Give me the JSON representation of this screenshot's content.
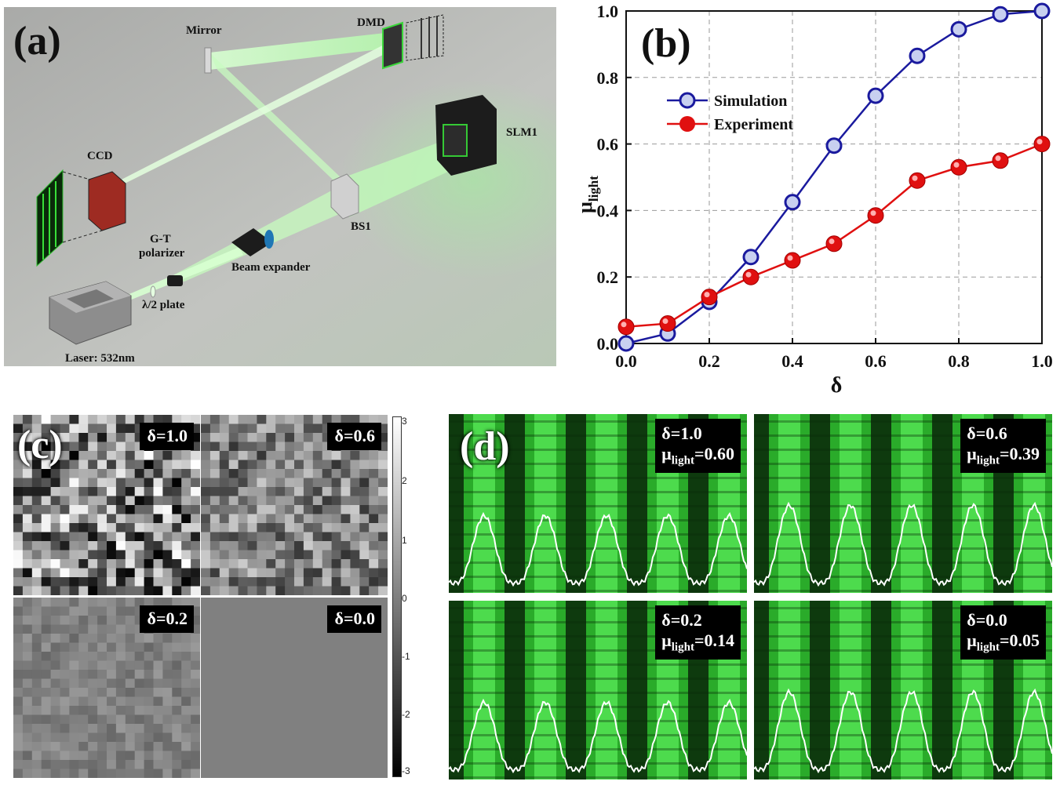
{
  "panels": {
    "a": {
      "letter": "(a)",
      "labels": {
        "mirror": "Mirror",
        "dmd": "DMD",
        "slm1": "SLM1",
        "ccd": "CCD",
        "bs1": "BS1",
        "gt_polarizer_line1": "G-T",
        "gt_polarizer_line2": "polarizer",
        "beam_expander": "Beam expander",
        "half_wave_plate": "λ/2 plate",
        "laser": "Laser: 532nm"
      }
    },
    "b": {
      "letter": "(b)"
    },
    "c": {
      "letter": "(c)",
      "maps": [
        {
          "delta": "δ=1.0",
          "contrast": 1.0
        },
        {
          "delta": "δ=0.6",
          "contrast": 0.6
        },
        {
          "delta": "δ=0.2",
          "contrast": 0.2
        },
        {
          "delta": "δ=0.0",
          "contrast": 0.0
        }
      ],
      "colorbar_ticks": [
        "3",
        "2",
        "1",
        "0",
        "-1",
        "-2",
        "-3"
      ]
    },
    "d": {
      "letter": "(d)",
      "images": [
        {
          "delta": "δ=1.0",
          "mu_symbol": "μ",
          "mu_sub": "light",
          "mu_value": "=0.60"
        },
        {
          "delta": "δ=0.6",
          "mu_symbol": "μ",
          "mu_sub": "light",
          "mu_value": "=0.39"
        },
        {
          "delta": "δ=0.2",
          "mu_symbol": "μ",
          "mu_sub": "light",
          "mu_value": "=0.14"
        },
        {
          "delta": "δ=0.0",
          "mu_symbol": "μ",
          "mu_sub": "light",
          "mu_value": "=0.05"
        }
      ]
    }
  },
  "chart_data": {
    "type": "line",
    "title": "",
    "xlabel": "δ",
    "ylabel": "μ",
    "ylabel_sub": "light",
    "xlim": [
      0.0,
      1.0
    ],
    "ylim": [
      0.0,
      1.0
    ],
    "x_ticks": [
      "0.0",
      "0.2",
      "0.4",
      "0.6",
      "0.8",
      "1.0"
    ],
    "y_ticks": [
      "0.0",
      "0.2",
      "0.4",
      "0.6",
      "0.8",
      "1.0"
    ],
    "grid": true,
    "legend_position": "upper-left",
    "series": [
      {
        "name": "Simulation",
        "color": "#1a1a9e",
        "x": [
          0.0,
          0.1,
          0.2,
          0.3,
          0.4,
          0.5,
          0.6,
          0.7,
          0.8,
          0.9,
          1.0
        ],
        "y": [
          0.0,
          0.03,
          0.125,
          0.26,
          0.425,
          0.595,
          0.745,
          0.865,
          0.945,
          0.99,
          1.0
        ]
      },
      {
        "name": "Experiment",
        "color": "#e01010",
        "x": [
          0.0,
          0.1,
          0.2,
          0.3,
          0.4,
          0.5,
          0.6,
          0.7,
          0.8,
          0.9,
          1.0
        ],
        "y": [
          0.05,
          0.06,
          0.14,
          0.2,
          0.25,
          0.3,
          0.385,
          0.49,
          0.53,
          0.55,
          0.6
        ]
      }
    ]
  }
}
